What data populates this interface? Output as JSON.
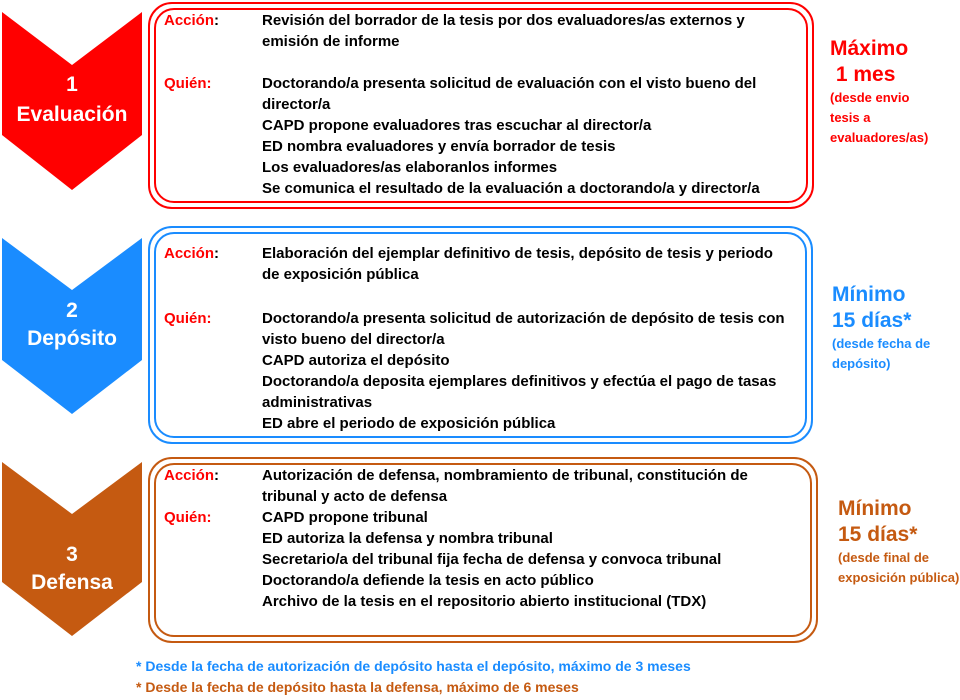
{
  "colors": {
    "red": "#ff0000",
    "blue": "#1a8cff",
    "orange": "#c55a11",
    "label_red": "#ff0000"
  },
  "stages": [
    {
      "number": "1",
      "name": "Evaluación",
      "color": "#ff0000",
      "accion_label": "Acción",
      "accion_colon": ":",
      "accion_lines": [
        "Revisión del borrador de la tesis por dos evaluadores/as externos y",
        "emisión de informe"
      ],
      "quien_label": "Quién:",
      "quien_lines": [
        "Doctorando/a presenta solicitud de evaluación con el visto bueno del",
        "director/a",
        "CAPD propone evaluadores tras escuchar al director/a",
        "ED nombra evaluadores y envía borrador de tesis",
        "Los evaluadores/as elaboranlos informes",
        "Se comunica el resultado de la evaluación a doctorando/a y director/a"
      ],
      "time_big": [
        "Máximo",
        " 1 mes"
      ],
      "time_small": [
        "(desde envio",
        "tesis a",
        "evaluadores/as)"
      ]
    },
    {
      "number": "2",
      "name": "Depósito",
      "color": "#1a8cff",
      "accion_label": "Acción",
      "accion_colon": ":",
      "accion_lines": [
        "Elaboración del ejemplar definitivo de tesis, depósito de tesis  y periodo",
        "de exposición pública"
      ],
      "quien_label": "Quién:",
      "quien_lines": [
        "Doctorando/a presenta solicitud de autorización de depósito de tesis con",
        "visto bueno del director/a",
        "CAPD autoriza el depósito",
        "Doctorando/a deposita ejemplares definitivos y efectúa el pago de tasas",
        "administrativas",
        "ED abre el periodo de exposición pública"
      ],
      "time_big": [
        "Mínimo",
        "15 días*"
      ],
      "time_small": [
        "(desde fecha de",
        "depósito)"
      ]
    },
    {
      "number": "3",
      "name": "Defensa",
      "color": "#c55a11",
      "accion_label": "Acción",
      "accion_colon": ":",
      "accion_lines": [
        "Autorización de defensa, nombramiento de tribunal, constitución de",
        "tribunal y acto de defensa"
      ],
      "quien_label": "Quién:",
      "quien_lines": [
        "CAPD propone tribunal",
        "ED autoriza la defensa y nombra tribunal",
        "Secretario/a del tribunal fija fecha de defensa y convoca tribunal",
        "Doctorando/a defiende la tesis en acto público",
        "Archivo de la tesis en el repositorio abierto institucional (TDX)"
      ],
      "time_big": [
        "Mínimo",
        "15 días*"
      ],
      "time_small": [
        "(desde final de",
        "exposición pública)"
      ]
    }
  ],
  "footnotes": [
    {
      "text": "* Desde la fecha de autorización de depósito hasta el depósito, máximo de 3 meses",
      "color": "#1a8cff"
    },
    {
      "text": "* Desde la fecha de depósito hasta la defensa, máximo de 6 meses",
      "color": "#c55a11"
    }
  ]
}
